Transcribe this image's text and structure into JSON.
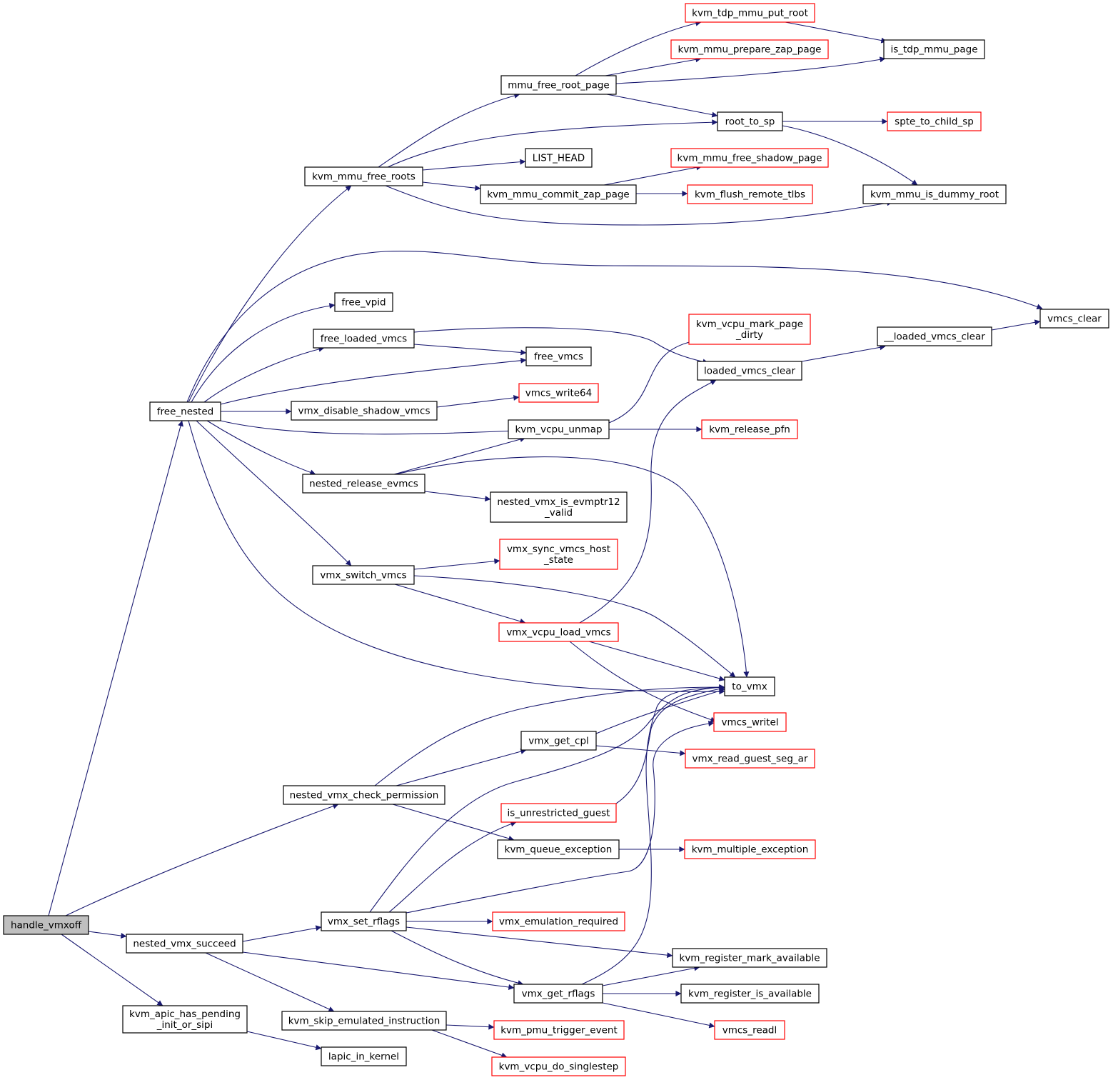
{
  "graph": {
    "root_fill": "#bfbfbf",
    "colors": {
      "default_border": "#000000",
      "external_border": "#ff0000",
      "edge": "#191970",
      "background": "#ffffff"
    },
    "nodes": [
      {
        "id": "handle_vmxoff",
        "lines": [
          "handle_vmxoff"
        ],
        "kind": "root"
      },
      {
        "id": "free_nested",
        "lines": [
          "free_nested"
        ],
        "kind": "normal"
      },
      {
        "id": "nested_vmx_check_permission",
        "lines": [
          "nested_vmx_check_permission"
        ],
        "kind": "normal"
      },
      {
        "id": "nested_vmx_succeed",
        "lines": [
          "nested_vmx_succeed"
        ],
        "kind": "normal"
      },
      {
        "id": "kvm_apic_has_pending_init_or_sipi",
        "lines": [
          "kvm_apic_has_pending",
          "_init_or_sipi"
        ],
        "kind": "normal"
      },
      {
        "id": "kvm_mmu_free_roots",
        "lines": [
          "kvm_mmu_free_roots"
        ],
        "kind": "normal"
      },
      {
        "id": "free_vpid",
        "lines": [
          "free_vpid"
        ],
        "kind": "normal"
      },
      {
        "id": "free_loaded_vmcs",
        "lines": [
          "free_loaded_vmcs"
        ],
        "kind": "normal"
      },
      {
        "id": "vmx_disable_shadow_vmcs",
        "lines": [
          "vmx_disable_shadow_vmcs"
        ],
        "kind": "normal"
      },
      {
        "id": "nested_release_evmcs",
        "lines": [
          "nested_release_evmcs"
        ],
        "kind": "normal"
      },
      {
        "id": "vmx_switch_vmcs",
        "lines": [
          "vmx_switch_vmcs"
        ],
        "kind": "normal"
      },
      {
        "id": "vmx_set_rflags",
        "lines": [
          "vmx_set_rflags"
        ],
        "kind": "normal"
      },
      {
        "id": "kvm_skip_emulated_instruction",
        "lines": [
          "kvm_skip_emulated_instruction"
        ],
        "kind": "normal"
      },
      {
        "id": "lapic_in_kernel",
        "lines": [
          "lapic_in_kernel"
        ],
        "kind": "normal"
      },
      {
        "id": "mmu_free_root_page",
        "lines": [
          "mmu_free_root_page"
        ],
        "kind": "normal"
      },
      {
        "id": "LIST_HEAD",
        "lines": [
          "LIST_HEAD"
        ],
        "kind": "normal"
      },
      {
        "id": "kvm_mmu_commit_zap_page",
        "lines": [
          "kvm_mmu_commit_zap_page"
        ],
        "kind": "normal"
      },
      {
        "id": "free_vmcs",
        "lines": [
          "free_vmcs"
        ],
        "kind": "normal"
      },
      {
        "id": "vmcs_write64",
        "lines": [
          "vmcs_write64"
        ],
        "kind": "external"
      },
      {
        "id": "kvm_vcpu_unmap",
        "lines": [
          "kvm_vcpu_unmap"
        ],
        "kind": "normal"
      },
      {
        "id": "nested_vmx_is_evmptr12_valid",
        "lines": [
          "nested_vmx_is_evmptr12",
          "_valid"
        ],
        "kind": "normal"
      },
      {
        "id": "vmx_sync_vmcs_host_state",
        "lines": [
          "vmx_sync_vmcs_host",
          "_state"
        ],
        "kind": "external"
      },
      {
        "id": "vmx_vcpu_load_vmcs",
        "lines": [
          "vmx_vcpu_load_vmcs"
        ],
        "kind": "external"
      },
      {
        "id": "vmx_get_cpl",
        "lines": [
          "vmx_get_cpl"
        ],
        "kind": "normal"
      },
      {
        "id": "is_unrestricted_guest",
        "lines": [
          "is_unrestricted_guest"
        ],
        "kind": "external"
      },
      {
        "id": "kvm_queue_exception",
        "lines": [
          "kvm_queue_exception"
        ],
        "kind": "normal"
      },
      {
        "id": "vmx_emulation_required",
        "lines": [
          "vmx_emulation_required"
        ],
        "kind": "external"
      },
      {
        "id": "vmx_get_rflags",
        "lines": [
          "vmx_get_rflags"
        ],
        "kind": "normal"
      },
      {
        "id": "kvm_pmu_trigger_event",
        "lines": [
          "kvm_pmu_trigger_event"
        ],
        "kind": "external"
      },
      {
        "id": "kvm_vcpu_do_singlestep",
        "lines": [
          "kvm_vcpu_do_singlestep"
        ],
        "kind": "external"
      },
      {
        "id": "kvm_tdp_mmu_put_root",
        "lines": [
          "kvm_tdp_mmu_put_root"
        ],
        "kind": "external"
      },
      {
        "id": "kvm_mmu_prepare_zap_page",
        "lines": [
          "kvm_mmu_prepare_zap_page"
        ],
        "kind": "external"
      },
      {
        "id": "root_to_sp",
        "lines": [
          "root_to_sp"
        ],
        "kind": "normal"
      },
      {
        "id": "kvm_mmu_free_shadow_page",
        "lines": [
          "kvm_mmu_free_shadow_page"
        ],
        "kind": "external"
      },
      {
        "id": "kvm_flush_remote_tlbs",
        "lines": [
          "kvm_flush_remote_tlbs"
        ],
        "kind": "external"
      },
      {
        "id": "kvm_vcpu_mark_page_dirty",
        "lines": [
          "kvm_vcpu_mark_page",
          "_dirty"
        ],
        "kind": "external"
      },
      {
        "id": "loaded_vmcs_clear",
        "lines": [
          "loaded_vmcs_clear"
        ],
        "kind": "normal"
      },
      {
        "id": "kvm_release_pfn",
        "lines": [
          "kvm_release_pfn"
        ],
        "kind": "external"
      },
      {
        "id": "to_vmx",
        "lines": [
          "to_vmx"
        ],
        "kind": "normal"
      },
      {
        "id": "vmcs_writel",
        "lines": [
          "vmcs_writel"
        ],
        "kind": "external"
      },
      {
        "id": "vmx_read_guest_seg_ar",
        "lines": [
          "vmx_read_guest_seg_ar"
        ],
        "kind": "external"
      },
      {
        "id": "kvm_multiple_exception",
        "lines": [
          "kvm_multiple_exception"
        ],
        "kind": "external"
      },
      {
        "id": "kvm_register_mark_available",
        "lines": [
          "kvm_register_mark_available"
        ],
        "kind": "normal"
      },
      {
        "id": "kvm_register_is_available",
        "lines": [
          "kvm_register_is_available"
        ],
        "kind": "normal"
      },
      {
        "id": "vmcs_readl",
        "lines": [
          "vmcs_readl"
        ],
        "kind": "external"
      },
      {
        "id": "is_tdp_mmu_page",
        "lines": [
          "is_tdp_mmu_page"
        ],
        "kind": "normal"
      },
      {
        "id": "spte_to_child_sp",
        "lines": [
          "spte_to_child_sp"
        ],
        "kind": "external"
      },
      {
        "id": "kvm_mmu_is_dummy_root",
        "lines": [
          "kvm_mmu_is_dummy_root"
        ],
        "kind": "normal"
      },
      {
        "id": "__loaded_vmcs_clear",
        "lines": [
          "__loaded_vmcs_clear"
        ],
        "kind": "normal"
      },
      {
        "id": "vmcs_clear",
        "lines": [
          "vmcs_clear"
        ],
        "kind": "normal"
      }
    ],
    "edges": [
      [
        "handle_vmxoff",
        "free_nested"
      ],
      [
        "handle_vmxoff",
        "nested_vmx_check_permission"
      ],
      [
        "handle_vmxoff",
        "nested_vmx_succeed"
      ],
      [
        "handle_vmxoff",
        "kvm_apic_has_pending_init_or_sipi"
      ],
      [
        "free_nested",
        "kvm_mmu_free_roots"
      ],
      [
        "free_nested",
        "free_vpid"
      ],
      [
        "free_nested",
        "free_loaded_vmcs"
      ],
      [
        "free_nested",
        "free_vmcs"
      ],
      [
        "free_nested",
        "vmx_disable_shadow_vmcs"
      ],
      [
        "free_nested",
        "kvm_vcpu_unmap"
      ],
      [
        "free_nested",
        "nested_release_evmcs"
      ],
      [
        "free_nested",
        "vmx_switch_vmcs"
      ],
      [
        "free_nested",
        "to_vmx"
      ],
      [
        "free_nested",
        "vmcs_clear"
      ],
      [
        "kvm_mmu_free_roots",
        "mmu_free_root_page"
      ],
      [
        "kvm_mmu_free_roots",
        "root_to_sp"
      ],
      [
        "kvm_mmu_free_roots",
        "LIST_HEAD"
      ],
      [
        "kvm_mmu_free_roots",
        "kvm_mmu_commit_zap_page"
      ],
      [
        "kvm_mmu_free_roots",
        "kvm_mmu_is_dummy_root"
      ],
      [
        "mmu_free_root_page",
        "kvm_tdp_mmu_put_root"
      ],
      [
        "mmu_free_root_page",
        "kvm_mmu_prepare_zap_page"
      ],
      [
        "mmu_free_root_page",
        "is_tdp_mmu_page"
      ],
      [
        "mmu_free_root_page",
        "root_to_sp"
      ],
      [
        "kvm_tdp_mmu_put_root",
        "is_tdp_mmu_page"
      ],
      [
        "root_to_sp",
        "spte_to_child_sp"
      ],
      [
        "root_to_sp",
        "kvm_mmu_is_dummy_root"
      ],
      [
        "kvm_mmu_commit_zap_page",
        "kvm_mmu_free_shadow_page"
      ],
      [
        "kvm_mmu_commit_zap_page",
        "kvm_flush_remote_tlbs"
      ],
      [
        "free_loaded_vmcs",
        "free_vmcs"
      ],
      [
        "free_loaded_vmcs",
        "loaded_vmcs_clear"
      ],
      [
        "loaded_vmcs_clear",
        "__loaded_vmcs_clear"
      ],
      [
        "__loaded_vmcs_clear",
        "vmcs_clear"
      ],
      [
        "vmx_disable_shadow_vmcs",
        "vmcs_write64"
      ],
      [
        "kvm_vcpu_unmap",
        "kvm_vcpu_mark_page_dirty"
      ],
      [
        "kvm_vcpu_unmap",
        "kvm_release_pfn"
      ],
      [
        "nested_release_evmcs",
        "kvm_vcpu_unmap"
      ],
      [
        "nested_release_evmcs",
        "to_vmx"
      ],
      [
        "nested_release_evmcs",
        "nested_vmx_is_evmptr12_valid"
      ],
      [
        "vmx_switch_vmcs",
        "vmx_sync_vmcs_host_state"
      ],
      [
        "vmx_switch_vmcs",
        "to_vmx"
      ],
      [
        "vmx_switch_vmcs",
        "vmx_vcpu_load_vmcs"
      ],
      [
        "vmx_vcpu_load_vmcs",
        "loaded_vmcs_clear"
      ],
      [
        "vmx_vcpu_load_vmcs",
        "to_vmx"
      ],
      [
        "vmx_vcpu_load_vmcs",
        "vmcs_writel"
      ],
      [
        "nested_vmx_check_permission",
        "to_vmx"
      ],
      [
        "nested_vmx_check_permission",
        "vmx_get_cpl"
      ],
      [
        "nested_vmx_check_permission",
        "kvm_queue_exception"
      ],
      [
        "vmx_get_cpl",
        "to_vmx"
      ],
      [
        "vmx_get_cpl",
        "vmx_read_guest_seg_ar"
      ],
      [
        "is_unrestricted_guest",
        "to_vmx"
      ],
      [
        "kvm_queue_exception",
        "kvm_multiple_exception"
      ],
      [
        "nested_vmx_succeed",
        "vmx_set_rflags"
      ],
      [
        "nested_vmx_succeed",
        "vmx_get_rflags"
      ],
      [
        "nested_vmx_succeed",
        "kvm_skip_emulated_instruction"
      ],
      [
        "vmx_set_rflags",
        "to_vmx"
      ],
      [
        "vmx_set_rflags",
        "is_unrestricted_guest"
      ],
      [
        "vmx_set_rflags",
        "vmcs_writel"
      ],
      [
        "vmx_set_rflags",
        "vmx_emulation_required"
      ],
      [
        "vmx_set_rflags",
        "kvm_register_mark_available"
      ],
      [
        "vmx_set_rflags",
        "vmx_get_rflags"
      ],
      [
        "vmx_get_rflags",
        "to_vmx"
      ],
      [
        "vmx_get_rflags",
        "kvm_register_mark_available"
      ],
      [
        "vmx_get_rflags",
        "kvm_register_is_available"
      ],
      [
        "vmx_get_rflags",
        "vmcs_readl"
      ],
      [
        "kvm_skip_emulated_instruction",
        "kvm_pmu_trigger_event"
      ],
      [
        "kvm_skip_emulated_instruction",
        "kvm_vcpu_do_singlestep"
      ],
      [
        "kvm_apic_has_pending_init_or_sipi",
        "lapic_in_kernel"
      ]
    ]
  }
}
